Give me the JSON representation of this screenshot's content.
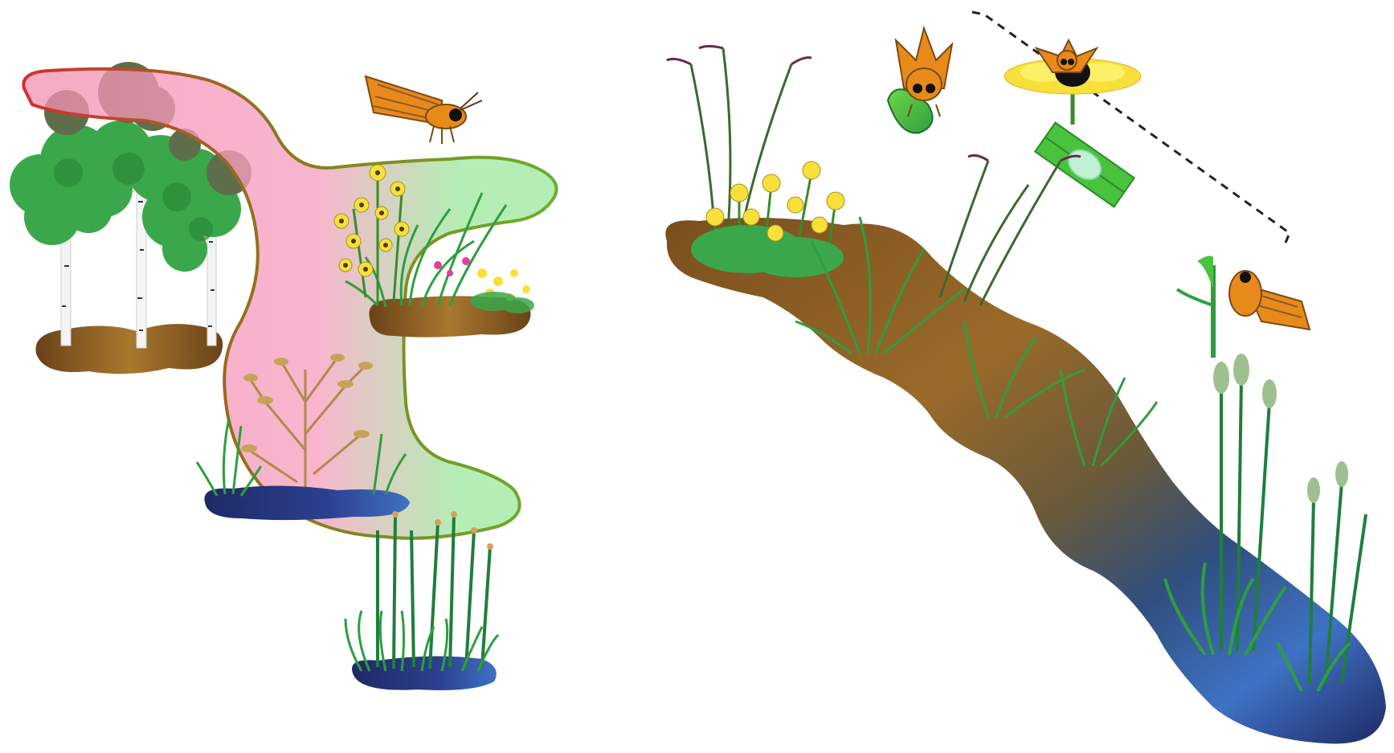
{
  "figure": {
    "panels": [
      {
        "id": "left",
        "subject": "habitat-mosaic"
      },
      {
        "id": "right",
        "subject": "wetland-gradient"
      }
    ]
  },
  "colors": {
    "soil": "#7a4f1e",
    "soil_light": "#9a6a2a",
    "water": "#2c3f8f",
    "water_light": "#3f72c4",
    "water_dark": "#1e2a66",
    "zone_pink": "#f48fb1",
    "zone_green": "#9be89b",
    "zone_outline_red": "#d32f2f",
    "zone_outline_olive": "#8a7a1c",
    "zone_outline_green": "#6ab02c",
    "leaf_green": "#2e9e3e",
    "leaf_dark": "#1f6e2c",
    "tree_canopy": "#3aa84a",
    "tree_canopy_dead": "#5e6e4a",
    "flower_yellow": "#f7e03a",
    "flower_magenta": "#e040a0",
    "shrub_brown": "#b08a4a",
    "moth_orange": "#e88a1a",
    "moth_brown": "#8a5a2a",
    "egg_leaf": "#49c23e",
    "egg": "#bff2d2"
  },
  "icons": {
    "moth": "moth-icon",
    "egg": "egg-icon",
    "flower": "daisy-icon",
    "larva": "larva-icon"
  }
}
